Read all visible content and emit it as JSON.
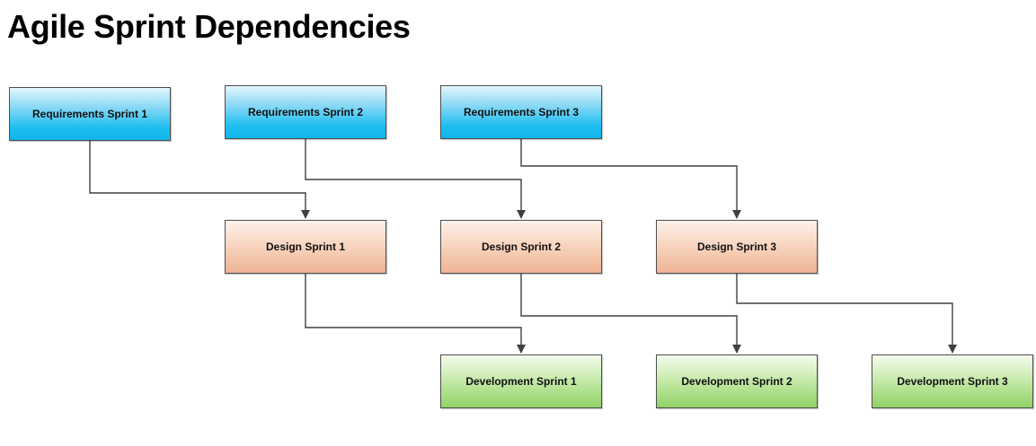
{
  "title": "Agile Sprint Dependencies",
  "nodes": {
    "requirements": [
      "Requirements Sprint 1",
      "Requirements Sprint 2",
      "Requirements Sprint 3"
    ],
    "design": [
      "Design Sprint 1",
      "Design Sprint 2",
      "Design Sprint 3"
    ],
    "development": [
      "Development Sprint 1",
      "Development Sprint 2",
      "Development Sprint 3"
    ]
  },
  "edges": [
    {
      "from": "Requirements Sprint 1",
      "to": "Design Sprint 1"
    },
    {
      "from": "Requirements Sprint 2",
      "to": "Design Sprint 2"
    },
    {
      "from": "Requirements Sprint 3",
      "to": "Design Sprint 3"
    },
    {
      "from": "Design Sprint 1",
      "to": "Development Sprint 1"
    },
    {
      "from": "Design Sprint 2",
      "to": "Development Sprint 2"
    },
    {
      "from": "Design Sprint 3",
      "to": "Development Sprint 3"
    }
  ],
  "colors": {
    "requirements": "#22bff0",
    "design": "#f2c0a3",
    "development": "#a9de85",
    "connector": "#404040",
    "box_border": "#4d4d4d"
  }
}
